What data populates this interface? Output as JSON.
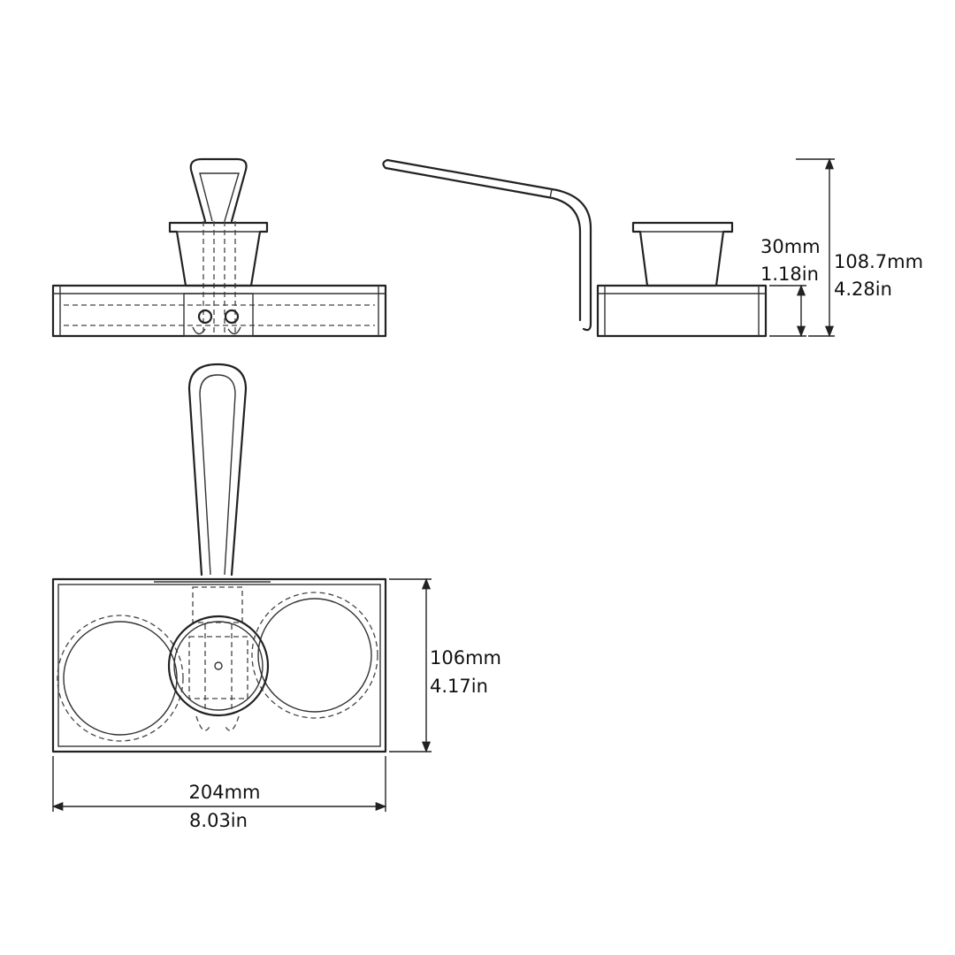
{
  "dimensions": {
    "width": {
      "mm": "204mm",
      "in": "8.03in"
    },
    "depth": {
      "mm": "106mm",
      "in": "4.17in"
    },
    "base_height": {
      "mm": "30mm",
      "in": "1.18in"
    },
    "total_height": {
      "mm": "108.7mm",
      "in": "4.28in"
    }
  },
  "colors": {
    "line": "#222222",
    "background": "#ffffff"
  }
}
